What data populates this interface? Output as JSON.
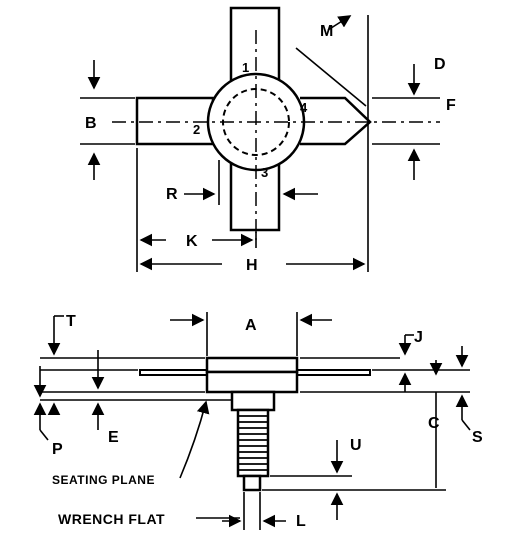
{
  "top_view": {
    "dims": {
      "A_": "",
      "B": "B",
      "D": "D",
      "F": "F",
      "H": "H",
      "K": "K",
      "M": "M",
      "R": "R"
    },
    "pins": {
      "p1": "1",
      "p2": "2",
      "p3": "3",
      "p4": "4"
    }
  },
  "side_view": {
    "dims": {
      "A": "A",
      "C": "C",
      "E": "E",
      "J": "J",
      "L": "L",
      "P": "P",
      "S": "S",
      "T": "T",
      "U": "U"
    },
    "notes": {
      "seating_plane": "SEATING PLANE",
      "wrench_flat": "WRENCH FLAT"
    }
  }
}
